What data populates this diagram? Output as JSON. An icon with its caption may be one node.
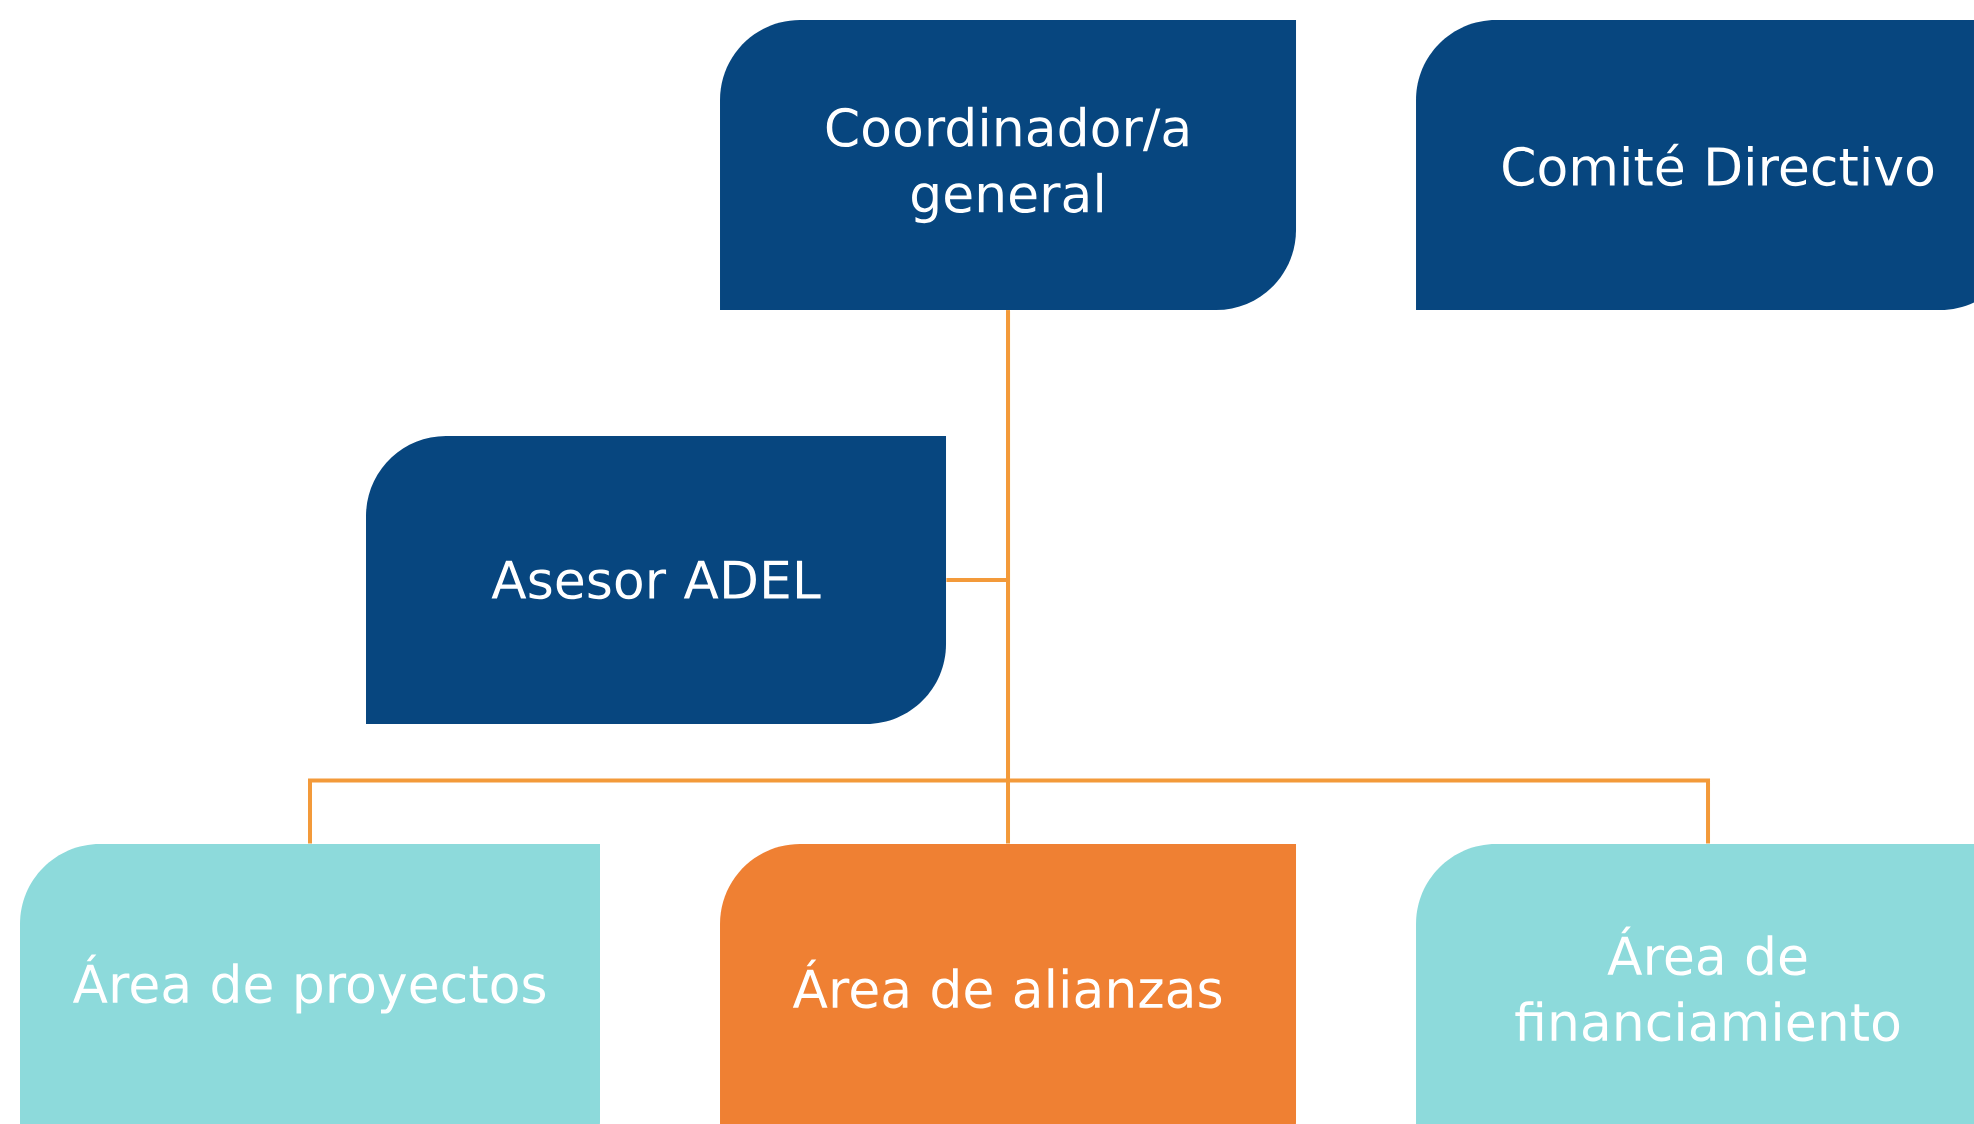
{
  "diagram": {
    "nodes": [
      {
        "text": [
          "Coordinador/a general"
        ]
      },
      {
        "text": [
          "Asesor ADEL"
        ]
      },
      {
        "text": [
          "Comité Directivo"
        ]
      },
      {
        "text": [
          "Área de proyectos"
        ]
      },
      {
        "text": [
          "Área de alianzas"
        ]
      },
      {
        "text": [
          "Área de financiamiento"
        ]
      }
    ],
    "edges": [
      {
        "from": 0,
        "to": 1,
        "arrow": "none"
      },
      {
        "from": 0,
        "to": 3,
        "arrow": "none"
      },
      {
        "from": 0,
        "to": 4,
        "arrow": "none"
      },
      {
        "from": 0,
        "to": 5,
        "arrow": "none"
      }
    ]
  }
}
